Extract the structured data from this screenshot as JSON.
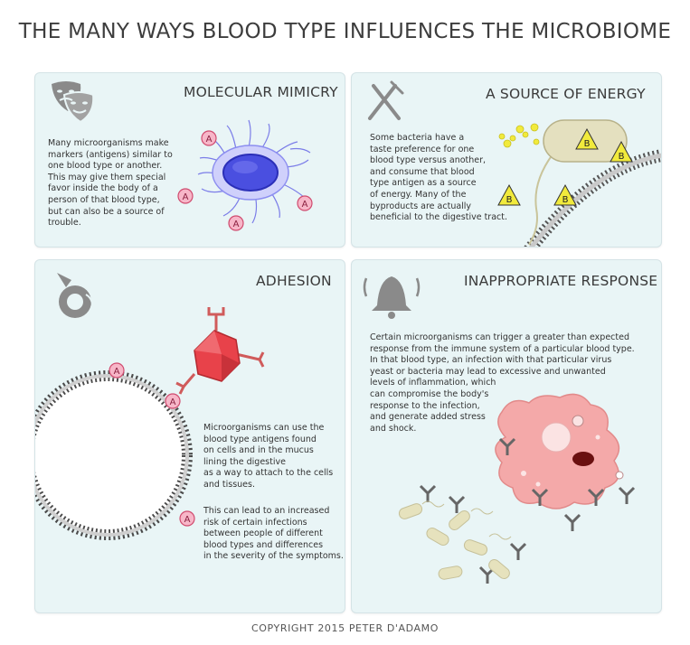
{
  "title": "THE MANY WAYS BLOOD TYPE INFLUENCES THE MICROBIOME",
  "copyright": "COPYRIGHT 2015 PETER D'ADAMO",
  "antigen_a_label": "A",
  "antigen_b_label": "B",
  "colors": {
    "panel_bg": "#e9f5f6",
    "icon_gray": "#888888",
    "antigen_pink": "#f7b6c8",
    "antigen_border": "#d04a6e",
    "antigen_b_yellow": "#f1ea3c",
    "cell_blue": "#4a4fe0",
    "virus_red": "#e8424a",
    "amoeba_pink": "#f4a9a9"
  },
  "panels": {
    "mimicry": {
      "title": "MOLECULAR MIMICRY",
      "icon": "theater-masks-icon",
      "body": "Many microorganisms make\nmarkers (antigens) similar to\none blood type or another.\nThis may give them special\nfavor inside the body of a\nperson of that blood type,\nbut can also be a source of\ntrouble."
    },
    "energy": {
      "title": "A SOURCE OF ENERGY",
      "icon": "fork-knife-icon",
      "body": "Some bacteria have a\ntaste preference for one\nblood type versus another,\nand consume that blood\ntype antigen as a source\nof energy. Many of the\nbyproducts are actually\nbeneficial to the digestive tract."
    },
    "adhesion": {
      "title": "ADHESION",
      "icon": "adhesive-tape-icon",
      "body1": "Microorganisms can use the\nblood type antigens found\non cells and in the mucus\nlining the digestive\nas a way to attach to the cells\nand tissues.",
      "body2": "This can lead to an increased\nrisk of certain infections\nbetween people of different\nblood types and differences\nin the severity of the symptoms."
    },
    "response": {
      "title": "INAPPROPRIATE RESPONSE",
      "icon": "bell-icon",
      "body": "Certain microorganisms can trigger a greater than expected\nresponse from the immune system of a particular blood type.\nIn that blood type, an infection with that particular virus\nyeast or bacteria may lead to excessive and unwanted\nlevels of inflammation, which\ncan compromise the body's\nresponse to the infection,\nand generate added stress\nand shock."
    }
  }
}
